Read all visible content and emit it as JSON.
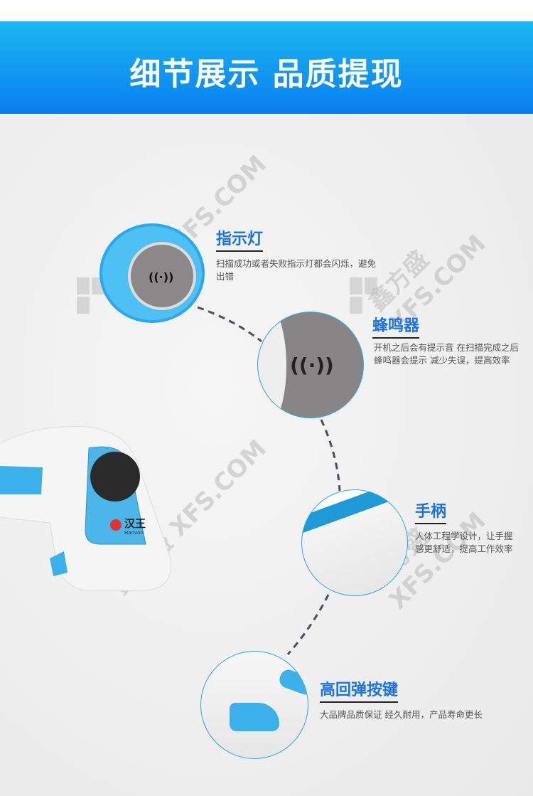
{
  "header": {
    "title": "细节展示 品质提现"
  },
  "features": [
    {
      "title": "指示灯",
      "desc": "扫描成功或者失败指示灯都会闪烁，避免出错"
    },
    {
      "title": "蜂鸣器",
      "desc": "开机之后会有提示音 在扫描完成之后蜂鸣器会提示 减少失误，提高效率"
    },
    {
      "title": "手柄",
      "desc": "人体工程学设计，让手握感更舒适，提高工作效率"
    },
    {
      "title": "高回弹按键",
      "desc": "大品牌品质保证 经久耐用，产品寿命更长"
    }
  ],
  "product": {
    "brand_logo": "汉王",
    "brand_en": "Hanvon",
    "sound_icon": "((·))"
  },
  "watermark": "鑫方盛 XFS.COM",
  "colors": {
    "banner": "#0a7ef0",
    "title": "#1a73e8",
    "ring": "#2aa8ee"
  }
}
